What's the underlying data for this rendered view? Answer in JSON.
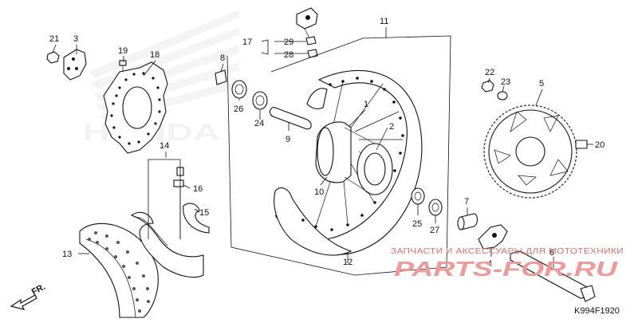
{
  "diagram": {
    "code": "K994F1920",
    "direction_label": "FR.",
    "background_brand": "HONDA",
    "watermark": {
      "top": "ЗАПЧАСТИ И АКСЕССУАРЫ ДЛЯ МОТОТЕХНИКИ",
      "main": "PARTS-FOR.RU",
      "color": "#ec9a9a"
    },
    "callouts": [
      "1",
      "2",
      "3",
      "4",
      "5",
      "6",
      "7",
      "8",
      "9",
      "10",
      "11",
      "12",
      "13",
      "14",
      "15",
      "16",
      "17",
      "18",
      "19",
      "20",
      "21",
      "22",
      "23",
      "24",
      "25",
      "26",
      "27",
      "28",
      "29"
    ]
  }
}
